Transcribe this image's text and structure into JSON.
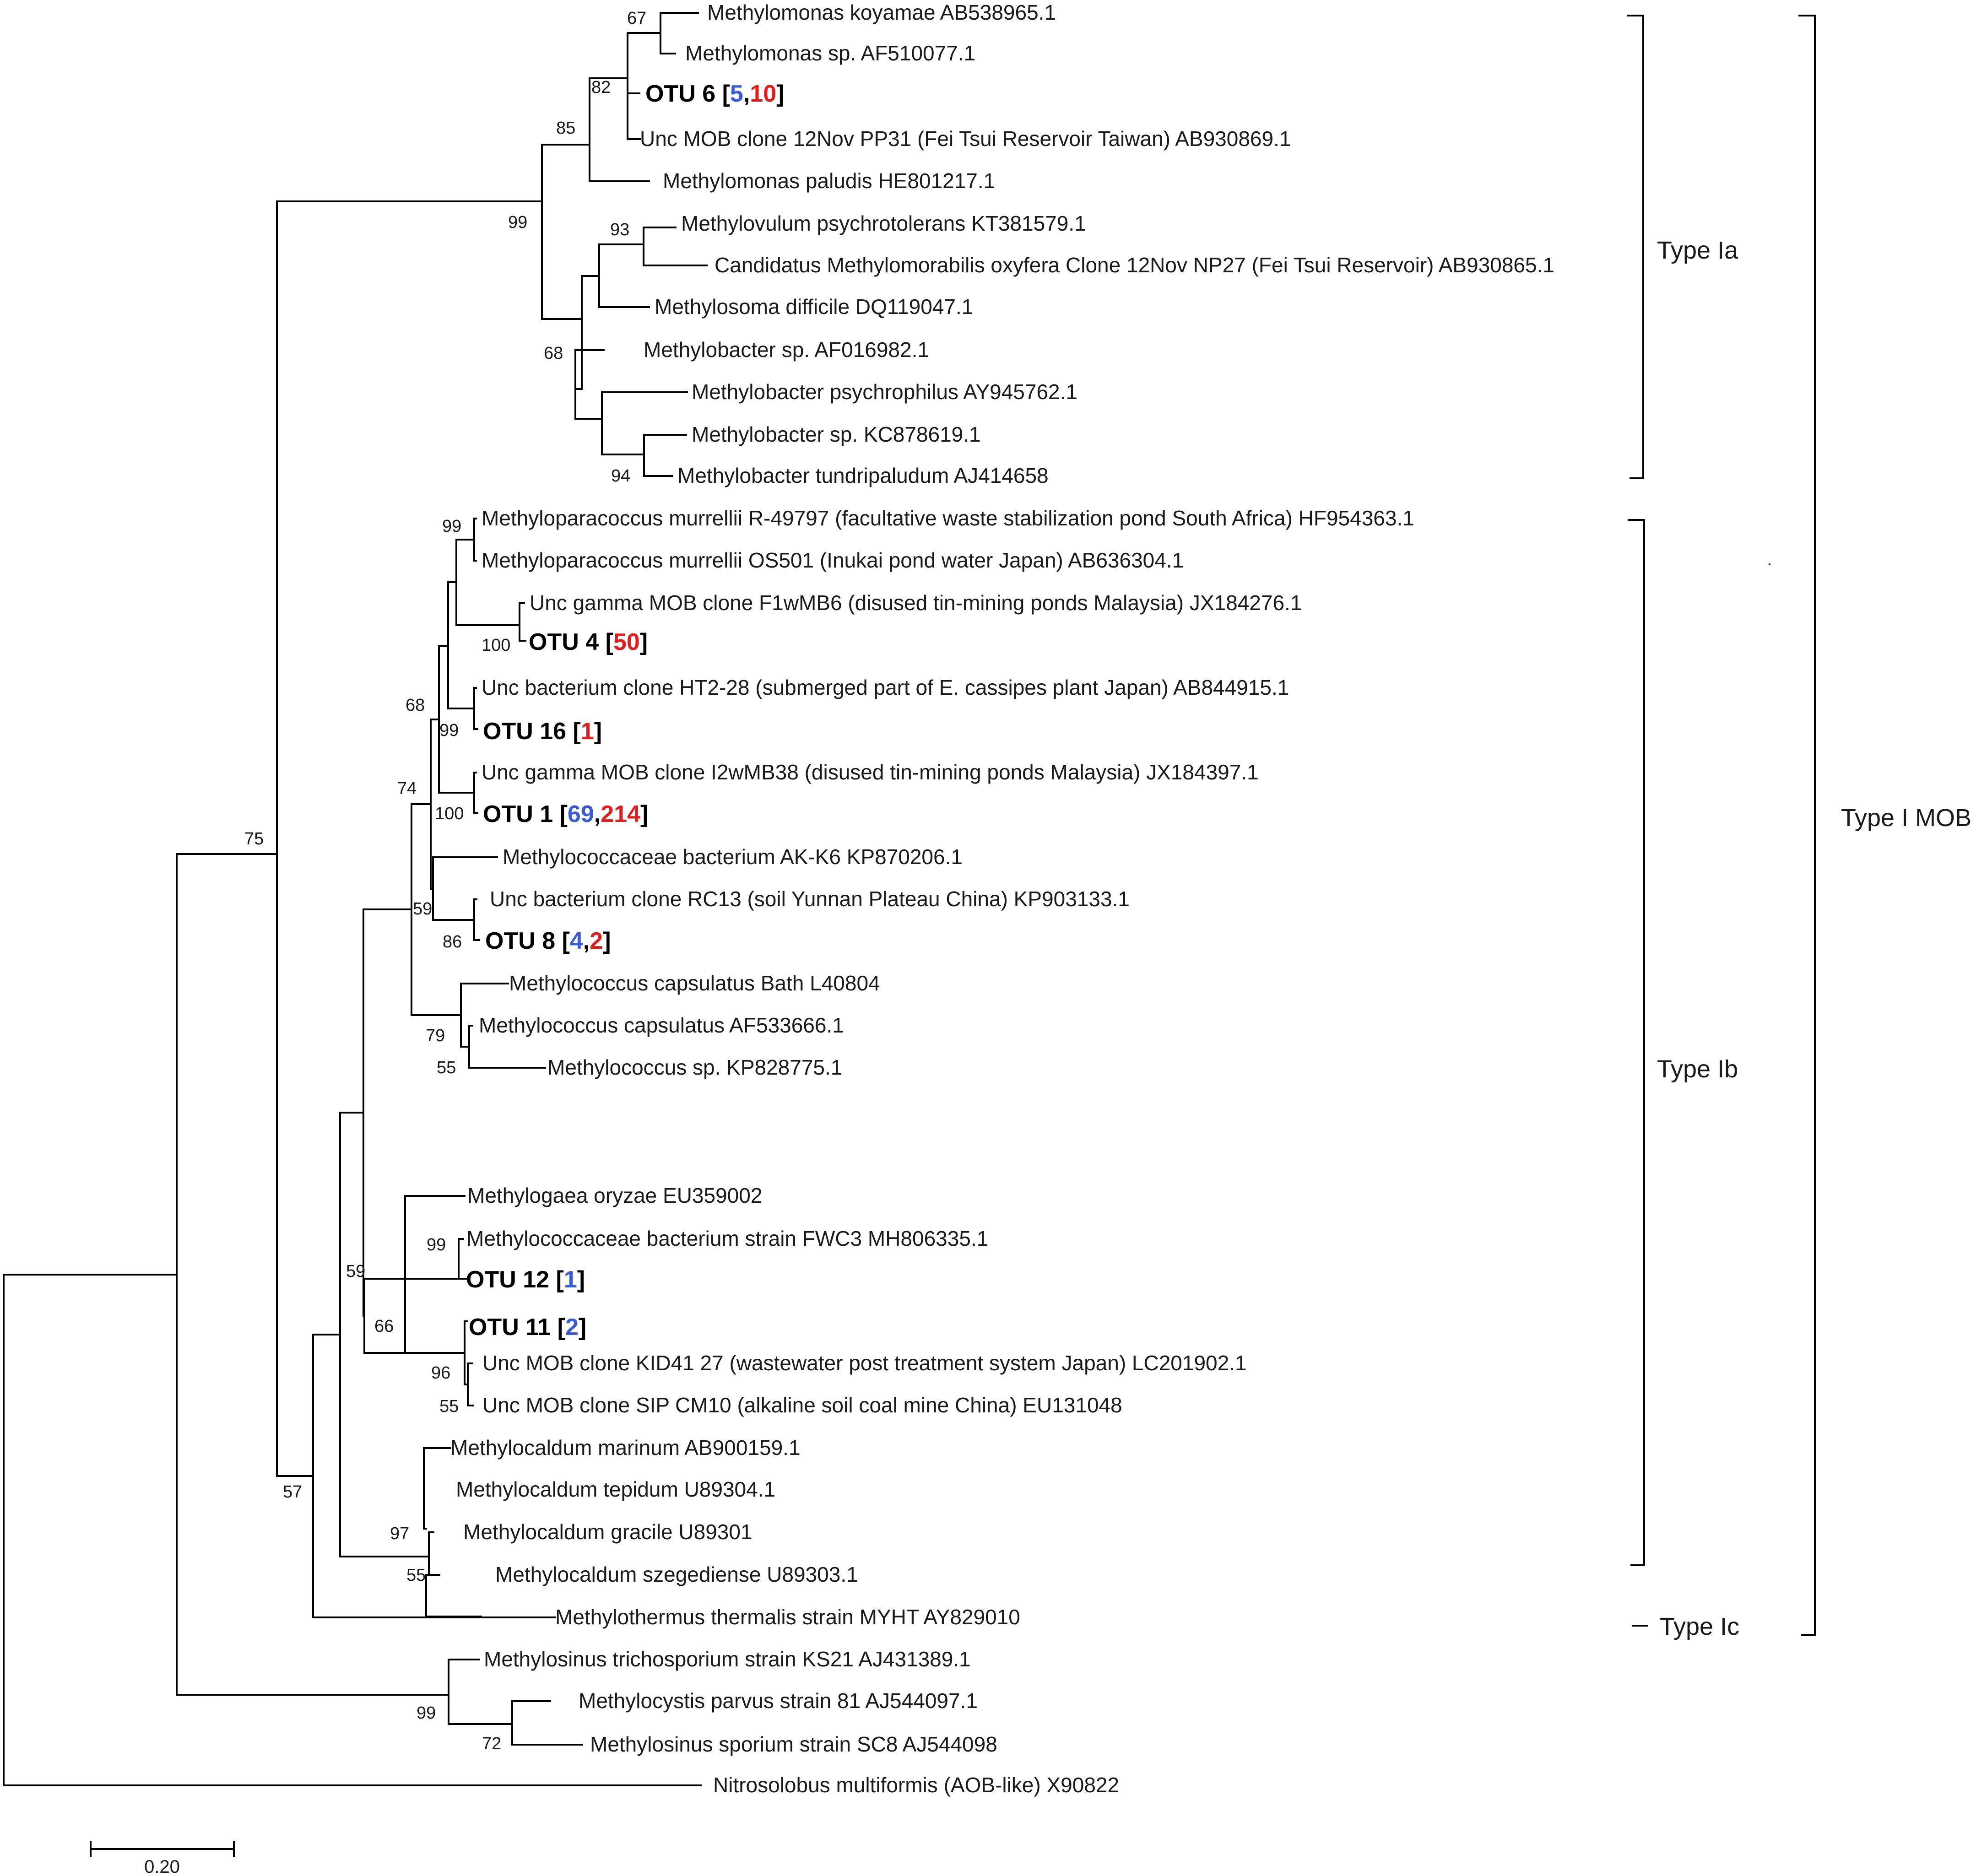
{
  "colors": {
    "blue": "#3b5bd6",
    "red": "#e01e1e",
    "black": "#000000"
  },
  "taxa": {
    "t01": "Methylomonas koyamae AB538965.1",
    "t02": "Methylomonas sp. AF510077.1",
    "t04": "Unc MOB clone 12Nov PP31 (Fei Tsui Reservoir Taiwan) AB930869.1",
    "t05": "Methylomonas paludis HE801217.1",
    "t06": "Methylovulum psychrotolerans KT381579.1",
    "t07": "Candidatus Methylomorabilis oxyfera Clone 12Nov NP27 (Fei Tsui Reservoir) AB930865.1",
    "t08": "Methylosoma difficile DQ119047.1",
    "t09": "Methylobacter sp. AF016982.1",
    "t10": "Methylobacter psychrophilus AY945762.1",
    "t11": "Methylobacter sp. KC878619.1",
    "t12": "Methylobacter tundripaludum AJ414658",
    "t13": "Methyloparacoccus murrellii R-49797 (facultative waste stabilization pond South Africa) HF954363.1",
    "t14": "Methyloparacoccus murrellii OS501 (Inukai pond water Japan) AB636304.1",
    "t15": "Unc gamma MOB clone F1wMB6 (disused tin-mining ponds Malaysia) JX184276.1",
    "t17": "Unc bacterium clone HT2-28 (submerged part of E. cassipes plant Japan) AB844915.1",
    "t19": "Unc gamma MOB clone I2wMB38 (disused tin-mining ponds Malaysia) JX184397.1",
    "t21": "Methylococcaceae bacterium AK-K6 KP870206.1",
    "t22": "Unc bacterium clone RC13 (soil Yunnan Plateau China) KP903133.1",
    "t24": "Methylococcus capsulatus Bath L40804",
    "t25": "Methylococcus capsulatus AF533666.1",
    "t26": "Methylococcus sp. KP828775.1",
    "t27": "Methylogaea oryzae EU359002",
    "t28": "Methylococcaceae bacterium strain FWC3 MH806335.1",
    "t31": "Unc MOB clone KID41 27 (wastewater post treatment system Japan) LC201902.1",
    "t32": "Unc MOB clone SIP CM10 (alkaline soil coal mine China) EU131048",
    "t33": "Methylocaldum marinum AB900159.1",
    "t34": "Methylocaldum tepidum U89304.1",
    "t35": "Methylocaldum gracile U89301",
    "t36": "Methylocaldum szegediense U89303.1",
    "t37": "Methylothermus thermalis strain MYHT AY829010",
    "t38": "Methylosinus trichosporium strain KS21 AJ431389.1",
    "t39": "Methylocystis parvus strain 81 AJ544097.1",
    "t40": "Methylosinus sporium strain SC8 AJ544098",
    "t41": "Nitrosolobus multiformis (AOB-like) X90822"
  },
  "otus": {
    "otu6": {
      "name": "OTU 6",
      "blue": "5",
      "red": "10"
    },
    "otu4": {
      "name": "OTU 4",
      "red": "50"
    },
    "otu16": {
      "name": "OTU 16",
      "red": "1"
    },
    "otu1": {
      "name": "OTU 1",
      "blue": "69",
      "red": "214"
    },
    "otu8": {
      "name": "OTU 8",
      "blue": "4",
      "red": "2"
    },
    "otu12": {
      "name": "OTU 12",
      "blue": "1"
    },
    "otu11": {
      "name": "OTU 11",
      "blue": "2"
    }
  },
  "bootstrap": {
    "b67": "67",
    "b82": "82",
    "b85": "85",
    "b99a": "99",
    "b93": "93",
    "b68a": "68",
    "b94": "94",
    "b99b": "99",
    "b100a": "100",
    "b68b": "68",
    "b99c": "99",
    "b74": "74",
    "b100b": "100",
    "b59a": "59",
    "b86": "86",
    "b79": "79",
    "b55a": "55",
    "b75": "75",
    "b99d": "99",
    "b59b": "59",
    "b66": "66",
    "b96": "96",
    "b55b": "55",
    "b97": "97",
    "b55c": "55",
    "b57": "57",
    "b99e": "99",
    "b72": "72"
  },
  "clades": {
    "type_ia": "Type Ia",
    "type_ib": "Type Ib",
    "type_ic": "Type Ic",
    "type_i_mob": "Type I MOB"
  },
  "scale_bar": {
    "label": "0.20"
  }
}
